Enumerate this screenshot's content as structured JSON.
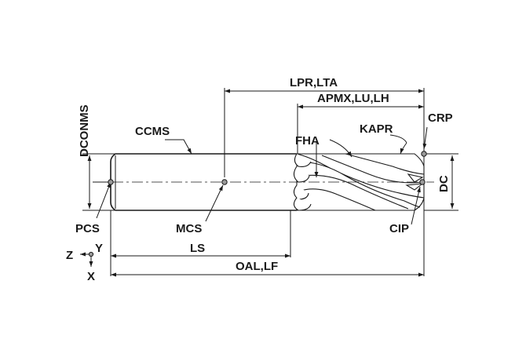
{
  "labels": {
    "lpr_lta": "LPR,LTA",
    "apmx_lu_lh": "APMX,LU,LH",
    "crp": "CRP",
    "dconms": "DCONMS",
    "ccms": "CCMS",
    "fha": "FHA",
    "kapr": "KAPR",
    "dc": "DC",
    "pcs": "PCS",
    "mcs": "MCS",
    "cip": "CIP",
    "ls": "LS",
    "oal_lf": "OAL,LF",
    "axis_z": "Z",
    "axis_y": "Y",
    "axis_x": "X"
  },
  "colors": {
    "ink": "#1a1a1a",
    "point_fill": "#9a9a9a",
    "background": "#ffffff"
  }
}
